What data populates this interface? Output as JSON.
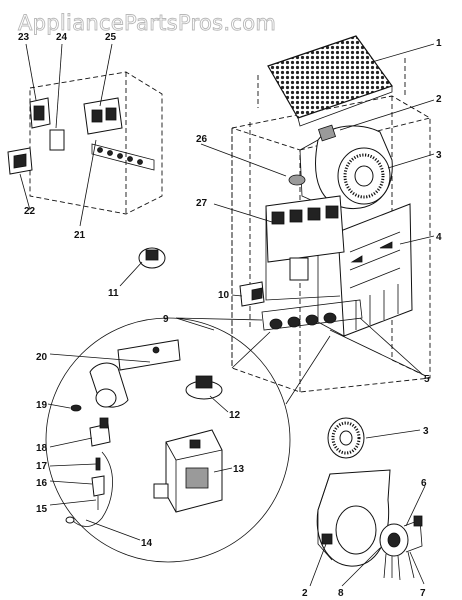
{
  "watermark": "AppliancePartsPros.com",
  "callouts": [
    "1",
    "2",
    "3",
    "4",
    "5",
    "6",
    "7",
    "8",
    "9",
    "10",
    "11",
    "12",
    "13",
    "14",
    "15",
    "16",
    "17",
    "18",
    "19",
    "20",
    "21",
    "22",
    "23",
    "24",
    "25",
    "26",
    "27",
    "2",
    "3"
  ]
}
